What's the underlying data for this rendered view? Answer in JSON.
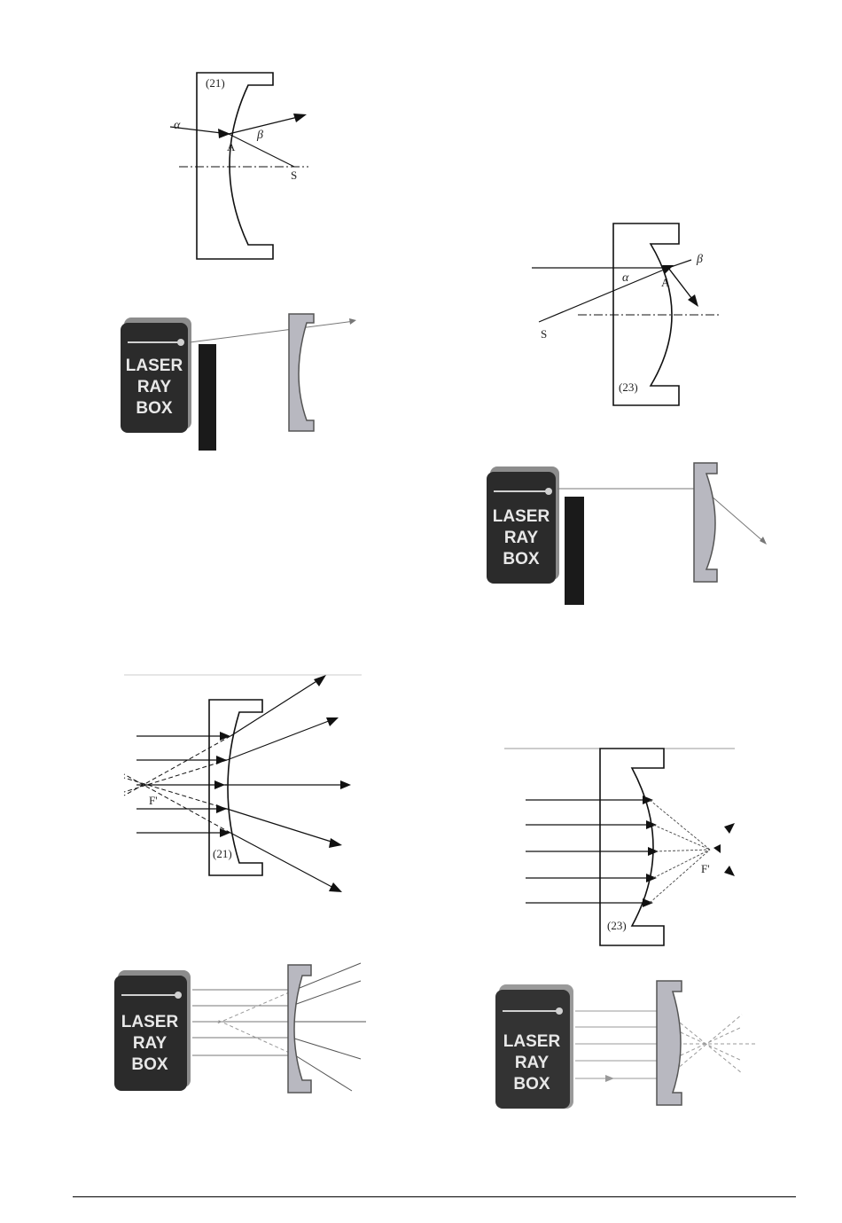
{
  "colors": {
    "ink": "#111111",
    "box_dark": "#2b2b2b",
    "box_edge": "#8c8c8c",
    "box_text": "#e8e8e8",
    "lens_fill": "#b8b8c0",
    "lens_edge": "#555555",
    "beam": "#777777"
  },
  "figures": {
    "lens21_single": {
      "lens_label": "(21)",
      "alpha": "α",
      "beta": "β",
      "point_a": "A",
      "point_s": "S"
    },
    "lens23_single": {
      "lens_label": "(23)",
      "alpha": "α",
      "beta": "β",
      "point_a": "A",
      "point_s": "S"
    },
    "lens21_parallel": {
      "lens_label": "(21)",
      "focal_point": "F'"
    },
    "lens23_parallel": {
      "lens_label": "(23)",
      "focal_point": "F'"
    },
    "laser_box": {
      "line1": "LASER",
      "line2": "RAY",
      "line3": "BOX"
    }
  }
}
